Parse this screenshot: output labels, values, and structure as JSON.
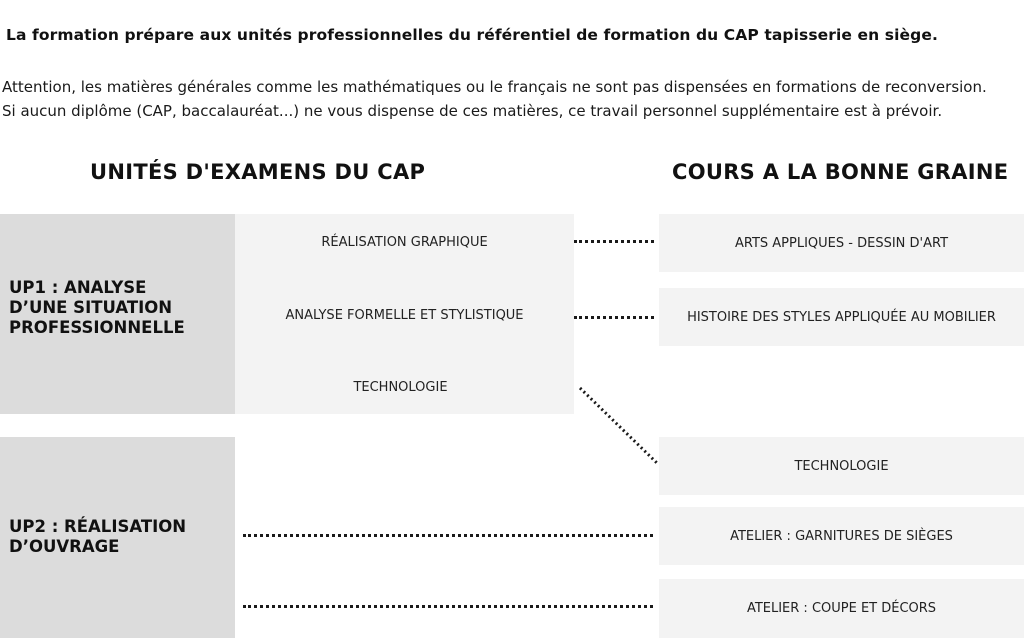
{
  "intro": {
    "headline": "La formation prépare aux unités professionnelles du référentiel de formation du CAP tapisserie en siège.",
    "note_line1": "Attention, les matières générales comme les mathématiques ou le français ne sont pas dispensées en formations de reconversion.",
    "note_line2": "Si aucun diplôme (CAP, baccalauréat...) ne vous dispense de ces matières, ce travail personnel supplémentaire est à prévoir."
  },
  "columns": {
    "left_title": "UNITÉS D'EXAMENS DU CAP",
    "right_title": "COURS A LA BONNE GRAINE"
  },
  "units": [
    {
      "label_line1": "UP1 : ANALYSE",
      "label_line2": "D’UNE SITUATION",
      "label_line3": "PROFESSIONNELLE",
      "subjects": [
        "RÉALISATION GRAPHIQUE",
        "ANALYSE FORMELLE ET STYLISTIQUE",
        "TECHNOLOGIE"
      ]
    },
    {
      "label_line1": "UP2  : RÉALISATION",
      "label_line2": "D’OUVRAGE"
    }
  ],
  "courses": [
    "ARTS APPLIQUES - DESSIN D'ART",
    "HISTOIRE DES STYLES APPLIQUÉE AU MOBILIER",
    "TECHNOLOGIE",
    "ATELIER : GARNITURES DE SIÈGES",
    "ATELIER : COUPE ET DÉCORS"
  ]
}
